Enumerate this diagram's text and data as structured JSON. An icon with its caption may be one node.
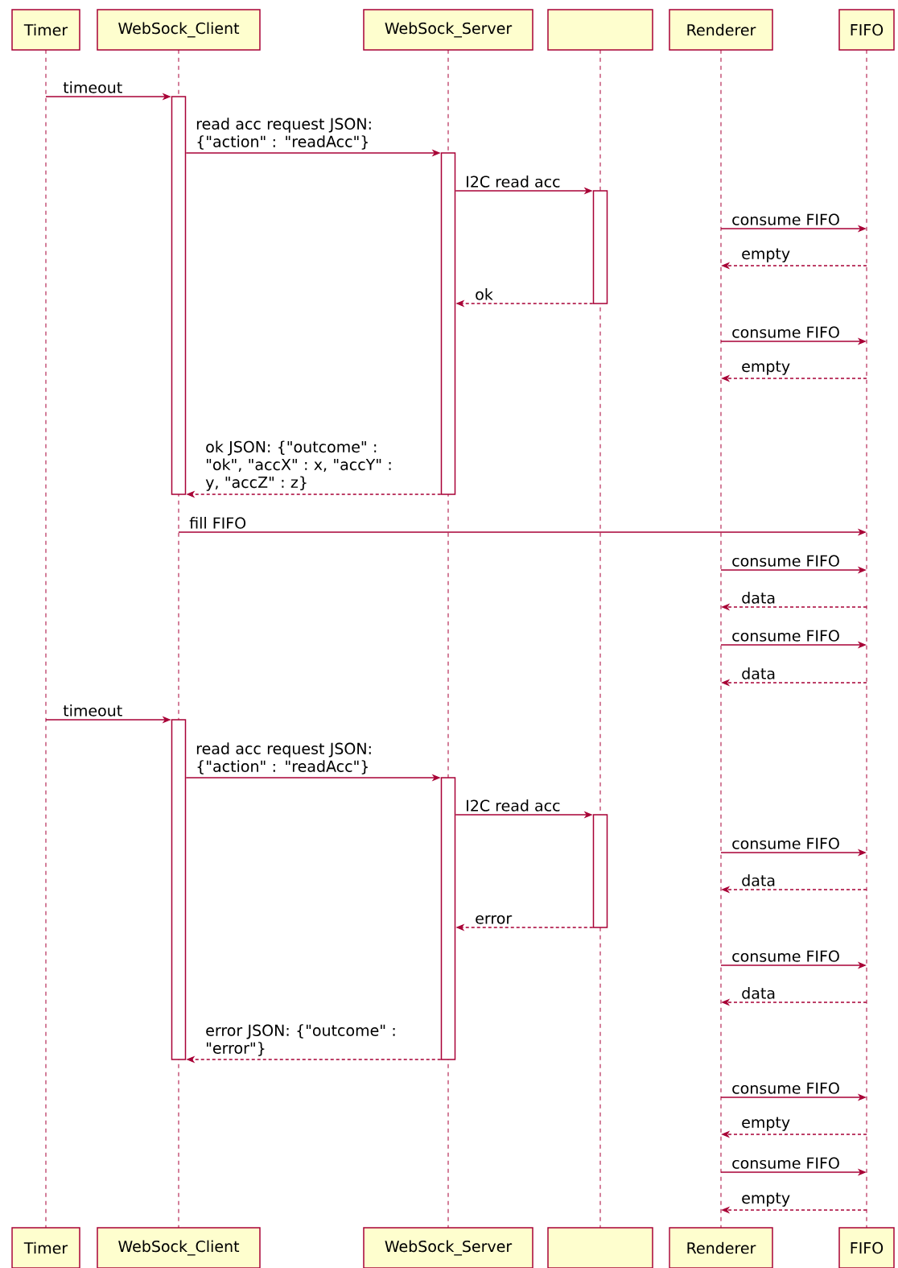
{
  "diagram": {
    "nodes": [
      {
        "text": [
          "Timer"
        ]
      },
      {
        "text": [
          "WebSock_Client"
        ]
      },
      {
        "text": [
          "WebSock_Server"
        ]
      },
      {
        "text": [],
        "shape": "box"
      },
      {
        "text": [
          "Renderer"
        ]
      },
      {
        "text": [
          "FIFO"
        ]
      },
      {
        "text": [
          "Timer"
        ]
      },
      {
        "text": [
          "WebSock_Client"
        ]
      },
      {
        "text": [
          "WebSock_Server"
        ]
      },
      {
        "text": [],
        "shape": "box"
      },
      {
        "text": [
          "Renderer"
        ]
      },
      {
        "text": [
          "FIFO"
        ]
      },
      {
        "text": [],
        "shape": "bar"
      },
      {
        "text": [],
        "shape": "bar"
      },
      {
        "text": [],
        "shape": "bar"
      },
      {
        "text": [],
        "shape": "bar"
      },
      {
        "text": [],
        "shape": "bar"
      },
      {
        "text": [],
        "shape": "bar"
      },
      {
        "text": [],
        "shape": "line"
      },
      {
        "text": [],
        "shape": "line"
      },
      {
        "text": [],
        "shape": "line"
      },
      {
        "text": [],
        "shape": "line"
      },
      {
        "text": [],
        "shape": "line"
      },
      {
        "text": [],
        "shape": "line"
      }
    ],
    "edges": [
      {
        "from": 18,
        "to": 12,
        "arrow": "to",
        "label": "timeout"
      },
      {
        "from": 12,
        "to": 13,
        "arrow": "to",
        "label": "read acc request JSON: {\"action\" : \"readAcc\"}"
      },
      {
        "from": 13,
        "to": 14,
        "arrow": "to",
        "label": "I2C read acc"
      },
      {
        "from": 22,
        "to": 23,
        "arrow": "to",
        "label": "consume FIFO"
      },
      {
        "from": 23,
        "to": 22,
        "arrow": "to",
        "label": "empty",
        "style": "dashed"
      },
      {
        "from": 14,
        "to": 13,
        "arrow": "to",
        "label": "ok",
        "style": "dashed"
      },
      {
        "from": 22,
        "to": 23,
        "arrow": "to",
        "label": "consume FIFO"
      },
      {
        "from": 23,
        "to": 22,
        "arrow": "to",
        "label": "empty",
        "style": "dashed"
      },
      {
        "from": 13,
        "to": 12,
        "arrow": "to",
        "label": "ok JSON: {\"outcome\" : \"ok\", \"accX\" : x, \"accY\" : y, \"accZ\" : z}",
        "style": "dashed"
      },
      {
        "from": 19,
        "to": 23,
        "arrow": "to",
        "label": "fill FIFO"
      },
      {
        "from": 22,
        "to": 23,
        "arrow": "to",
        "label": "consume FIFO"
      },
      {
        "from": 23,
        "to": 22,
        "arrow": "to",
        "label": "data",
        "style": "dashed"
      },
      {
        "from": 22,
        "to": 23,
        "arrow": "to",
        "label": "consume FIFO"
      },
      {
        "from": 23,
        "to": 22,
        "arrow": "to",
        "label": "data",
        "style": "dashed"
      },
      {
        "from": 18,
        "to": 15,
        "arrow": "to",
        "label": "timeout"
      },
      {
        "from": 15,
        "to": 16,
        "arrow": "to",
        "label": "read acc request JSON: {\"action\" : \"readAcc\"}"
      },
      {
        "from": 16,
        "to": 17,
        "arrow": "to",
        "label": "I2C read acc"
      },
      {
        "from": 22,
        "to": 23,
        "arrow": "to",
        "label": "consume FIFO"
      },
      {
        "from": 23,
        "to": 22,
        "arrow": "to",
        "label": "data",
        "style": "dashed"
      },
      {
        "from": 17,
        "to": 16,
        "arrow": "to",
        "label": "error",
        "style": "dashed"
      },
      {
        "from": 22,
        "to": 23,
        "arrow": "to",
        "label": "consume FIFO"
      },
      {
        "from": 23,
        "to": 22,
        "arrow": "to",
        "label": "data",
        "style": "dashed"
      },
      {
        "from": 16,
        "to": 15,
        "arrow": "to",
        "label": "error JSON: {\"outcome\" : \"error\"}",
        "style": "dashed"
      },
      {
        "from": 22,
        "to": 23,
        "arrow": "to",
        "label": "consume FIFO"
      },
      {
        "from": 23,
        "to": 22,
        "arrow": "to",
        "label": "empty",
        "style": "dashed"
      },
      {
        "from": 22,
        "to": 23,
        "arrow": "to",
        "label": "consume FIFO"
      },
      {
        "from": 23,
        "to": 22,
        "arrow": "to",
        "label": "empty",
        "style": "dashed"
      }
    ]
  }
}
